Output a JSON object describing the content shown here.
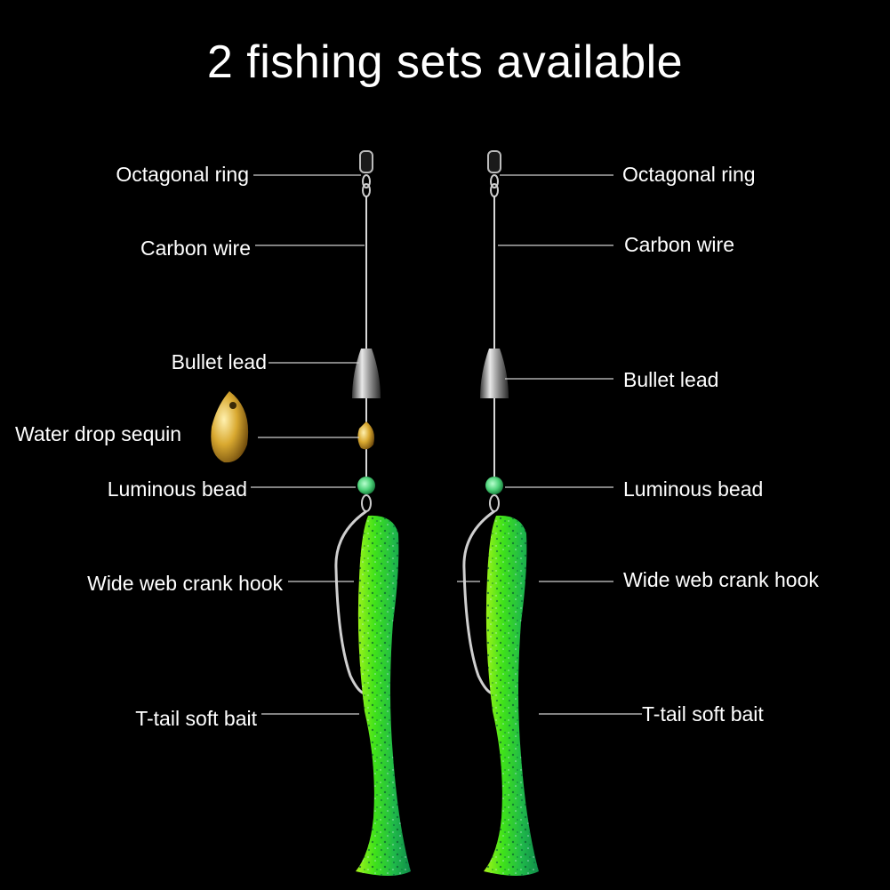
{
  "title": "2 fishing sets available",
  "colors": {
    "background": "#000000",
    "text": "#ffffff",
    "bait_green": "#3fe21a",
    "bait_speckle": "#0d6b3a",
    "bead_green": "#4fd37a",
    "sequin_gold": "#c89a2a"
  },
  "set_left": {
    "labels": {
      "octagonal_ring": "Octagonal ring",
      "carbon_wire": "Carbon wire",
      "bullet_lead": "Bullet lead",
      "water_drop_sequin": "Water drop sequin",
      "luminous_bead": "Luminous bead",
      "crank_hook": "Wide web crank hook",
      "soft_bait": "T-tail soft bait"
    }
  },
  "set_right": {
    "labels": {
      "octagonal_ring": "Octagonal ring",
      "carbon_wire": "Carbon wire",
      "bullet_lead": "Bullet lead",
      "luminous_bead": "Luminous bead",
      "crank_hook": "Wide web crank hook",
      "soft_bait": "T-tail soft bait"
    }
  }
}
